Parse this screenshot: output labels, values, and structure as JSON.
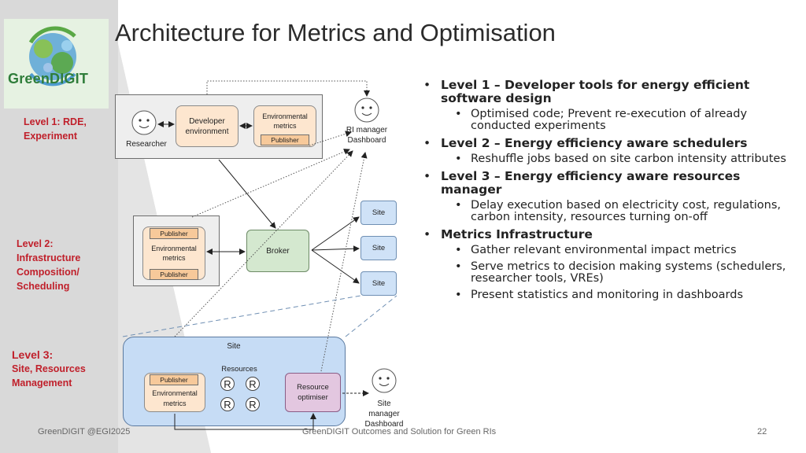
{
  "slide": {
    "title": "Architecture for Metrics and Optimisation",
    "logo_text": "GreenDIGIT",
    "footer_left": "GreenDIGIT @EGI2025",
    "footer_center": "GreenDIGIT Outcomes and Solution for Green RIs",
    "page_number": "22"
  },
  "levels": {
    "l1": [
      "Level 1: RDE,",
      "Experiment"
    ],
    "l2": [
      "Level 2:",
      "Infrastructure",
      "Composition/",
      "Scheduling"
    ],
    "l3": [
      "Level 3:",
      "Site, Resources",
      "Management"
    ]
  },
  "diagram": {
    "researcher": "Researcher",
    "developer_env": [
      "Developer",
      "environment"
    ],
    "env_metrics": [
      "Environmental",
      "metrics"
    ],
    "publisher": "Publisher",
    "ri_manager": [
      "RI manager",
      "Dashboard"
    ],
    "broker": "Broker",
    "site": "Site",
    "resources": "Resources",
    "r": "R",
    "resource_optimiser": [
      "Resource",
      "optimiser"
    ],
    "site_manager": [
      "Site",
      "manager",
      "Dashboard"
    ]
  },
  "bullets": [
    {
      "text": "Level 1 – Developer tools for energy efficient software design",
      "subs": [
        "Optimised code; Prevent re-execution of already conducted experiments"
      ]
    },
    {
      "text": "Level 2 – Energy efficiency aware schedulers",
      "subs": [
        "Reshuffle jobs based on site carbon intensity attributes"
      ]
    },
    {
      "text": "Level 3 – Energy efficiency aware resources manager",
      "subs": [
        "Delay execution based on electricity cost, regulations, carbon intensity, resources turning on-off"
      ]
    },
    {
      "text": "Metrics Infrastructure",
      "subs": [
        "Gather relevant environmental impact metrics",
        "Serve metrics to decision making systems (schedulers, researcher tools, VREs)",
        "Present statistics and monitoring in dashboards"
      ]
    }
  ],
  "colors": {
    "level_label": "#c0202b",
    "site_blue": "#c6dcf5",
    "broker_green": "#d4e8cf",
    "publisher_orange": "#f7c99a",
    "optimiser_purple": "#e3c7e0"
  }
}
